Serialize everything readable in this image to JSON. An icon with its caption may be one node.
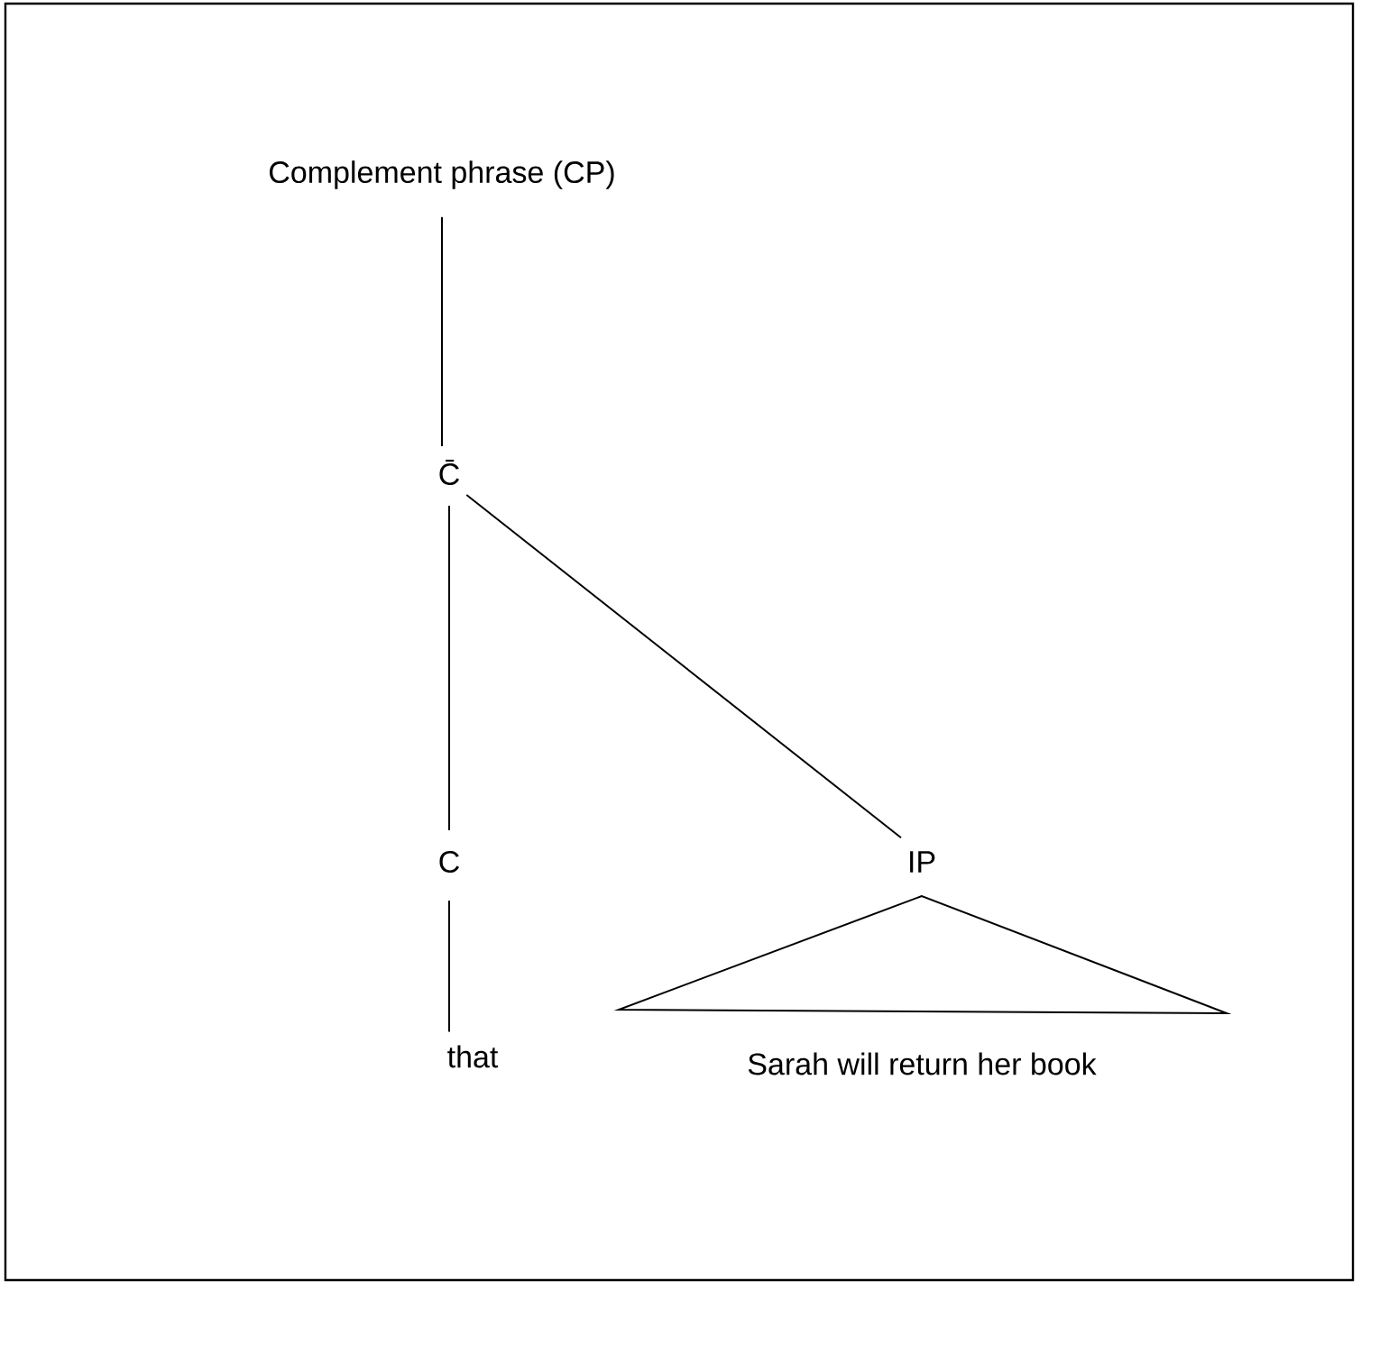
{
  "diagram": {
    "nodes": [
      {
        "text": [
          "Complement phrase (CP)"
        ]
      },
      {
        "text": [
          "C̄"
        ]
      },
      {
        "text": [
          "C"
        ]
      },
      {
        "text": [
          "IP"
        ]
      },
      {
        "text": [
          "that"
        ]
      },
      {
        "text": [
          "Sarah will return her book"
        ]
      }
    ],
    "edges": [
      {
        "from": 0,
        "to": 1,
        "arrow": "none"
      },
      {
        "from": 1,
        "to": 2,
        "arrow": "none"
      },
      {
        "from": 1,
        "to": 3,
        "arrow": "none"
      },
      {
        "from": 2,
        "to": 4,
        "arrow": "none"
      }
    ]
  }
}
